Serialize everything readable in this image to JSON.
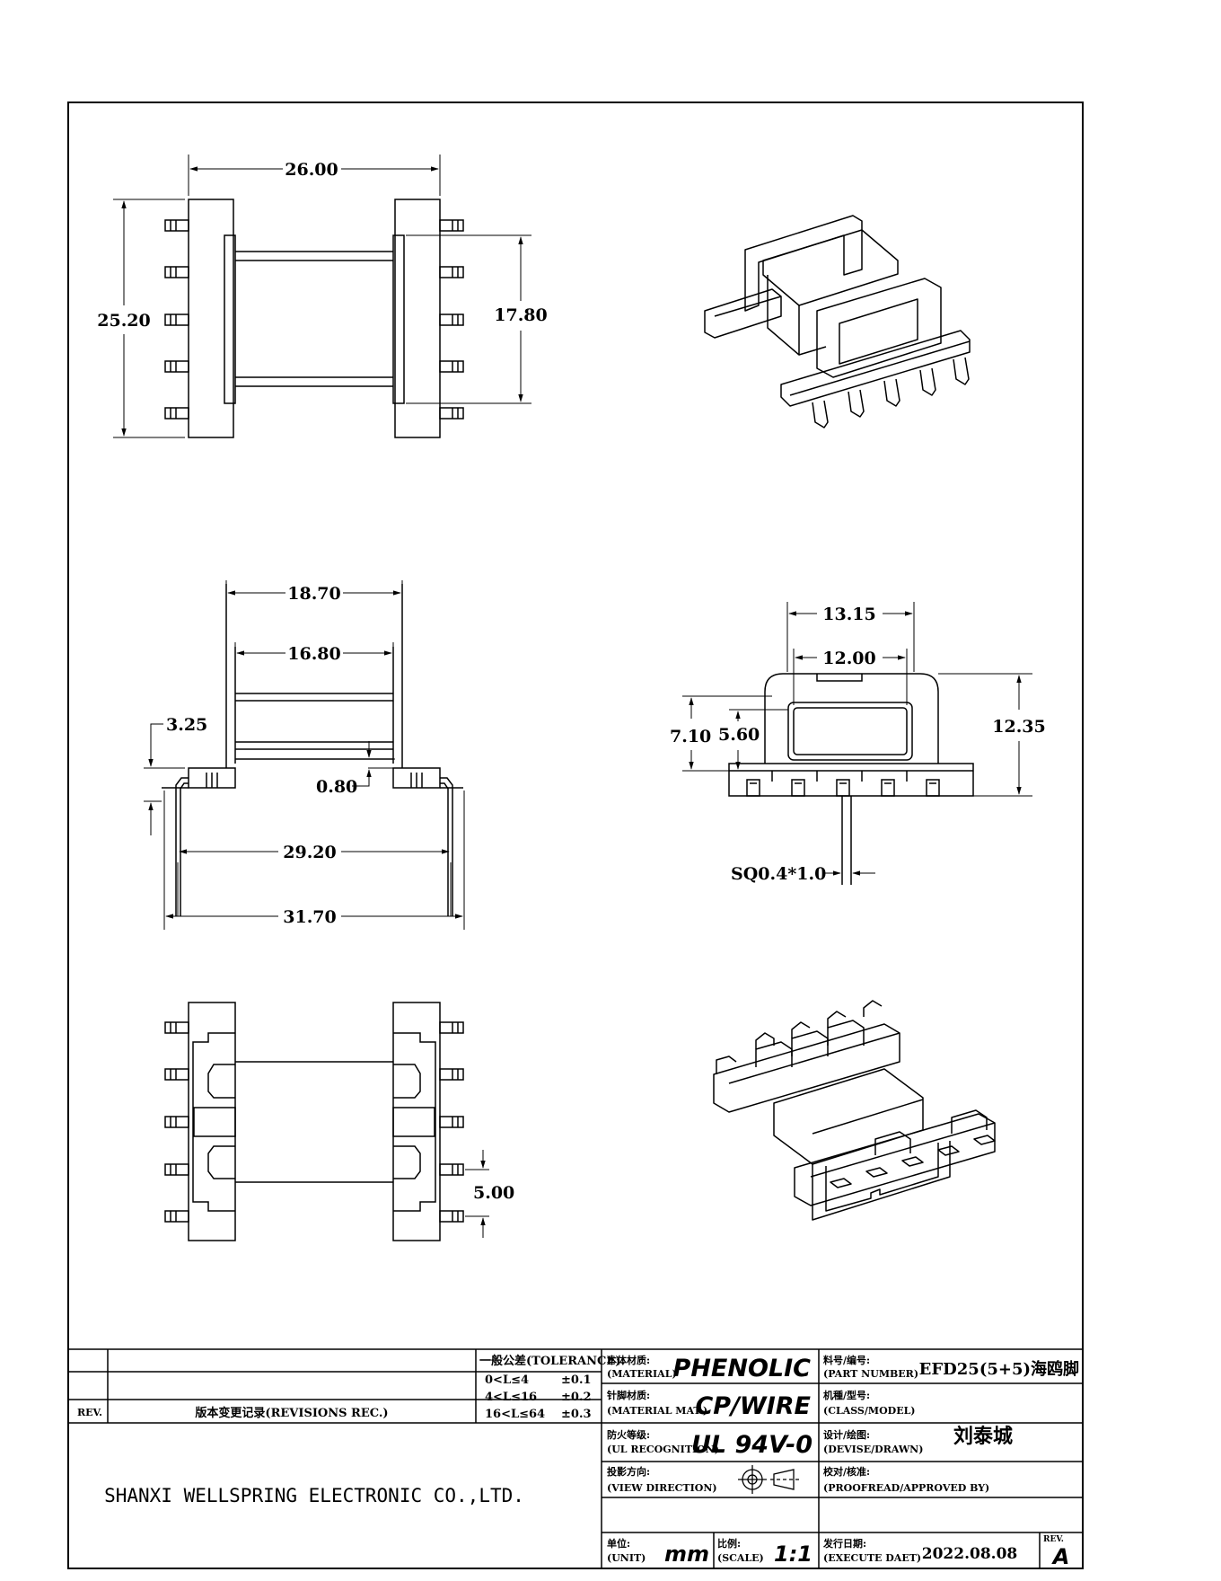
{
  "dimensions": {
    "top_width": "26.00",
    "top_height": "25.20",
    "top_inner_height": "17.80",
    "side_top_width": "18.70",
    "side_inner_width": "16.80",
    "side_flange": "3.25",
    "side_gap": "0.80",
    "side_span_inner": "29.20",
    "side_span_outer": "31.70",
    "front_outer_width": "13.15",
    "front_inner_width": "12.00",
    "front_height_a": "7.10",
    "front_height_b": "5.60",
    "front_total_height": "12.35",
    "pin_size": "SQ0.4*1.0",
    "bottom_pitch": "5.00"
  },
  "title_block": {
    "tolerance_label": "一般公差(TOLERANCE):",
    "tolerance_rows": [
      {
        "range": "0<L≤4",
        "value": "±0.1"
      },
      {
        "range": "4<L≤16",
        "value": "±0.2"
      },
      {
        "range": "16<L≤64",
        "value": "±0.3"
      }
    ],
    "rev_label": "REV.",
    "revisions_label": "版本变更记录(REVISIONS REC.)",
    "material_label_cn": "本体材质:",
    "material_label_en": "(MATERIAL)",
    "material_value": "PHENOLIC",
    "pin_material_label_cn": "针脚材质:",
    "pin_material_label_en": "(MATERIAL MAT.)",
    "pin_material_value": "CP/WIRE",
    "ul_label_cn": "防火等级:",
    "ul_label_en": "(UL RECOGNITION)",
    "ul_value": "UL 94V-0",
    "view_label_cn": "投影方向:",
    "view_label_en": "(VIEW DIRECTION)",
    "unit_label_cn": "单位:",
    "unit_label_en": "(UNIT)",
    "unit_value": "mm",
    "scale_label_cn": "比例:",
    "scale_label_en": "(SCALE)",
    "scale_value": "1:1",
    "part_label_cn": "料号/编号:",
    "part_label_en": "(PART NUMBER)",
    "part_value": "EFD25(5+5)海鸥脚",
    "class_label_cn": "机種/型号:",
    "class_label_en": "(CLASS/MODEL)",
    "design_label_cn": "设计/绘图:",
    "design_label_en": "(DEVISE/DRAWN)",
    "designer": "刘泰城",
    "approve_label_cn": "校对/核准:",
    "approve_label_en": "(PROOFREAD/APPROVED BY)",
    "date_label_cn": "发行日期:",
    "date_label_en": "(EXECUTE DAET)",
    "date_value": "2022.08.08",
    "rev_small_label": "REV.",
    "rev_value": "A",
    "company": "SHANXI WELLSPRING ELECTRONIC CO.,LTD."
  }
}
